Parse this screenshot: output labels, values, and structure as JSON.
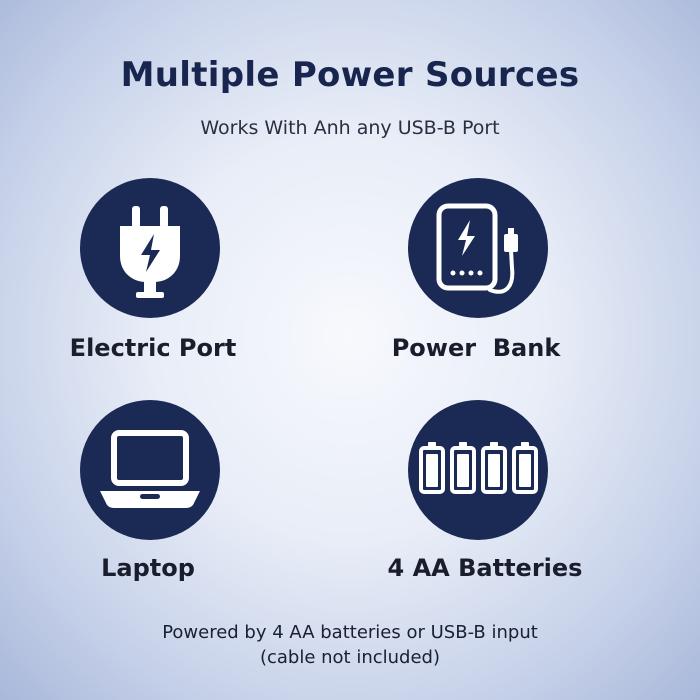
{
  "title": "Multiple Power Sources",
  "subtitle": "Works With Anh any USB-B Port",
  "sources": [
    {
      "label": "Electric Port",
      "icon": "plug-icon"
    },
    {
      "label": "Power  Bank",
      "icon": "power-bank-icon"
    },
    {
      "label": "Laptop",
      "icon": "laptop-icon"
    },
    {
      "label": "4 AA Batteries",
      "icon": "batteries-icon"
    }
  ],
  "footer": {
    "line1": "Powered by 4 AA batteries or USB-B input",
    "line2": "(cable not included)"
  },
  "colors": {
    "circle": "#1b2a55",
    "title": "#17254f",
    "icon": "#ffffff"
  }
}
